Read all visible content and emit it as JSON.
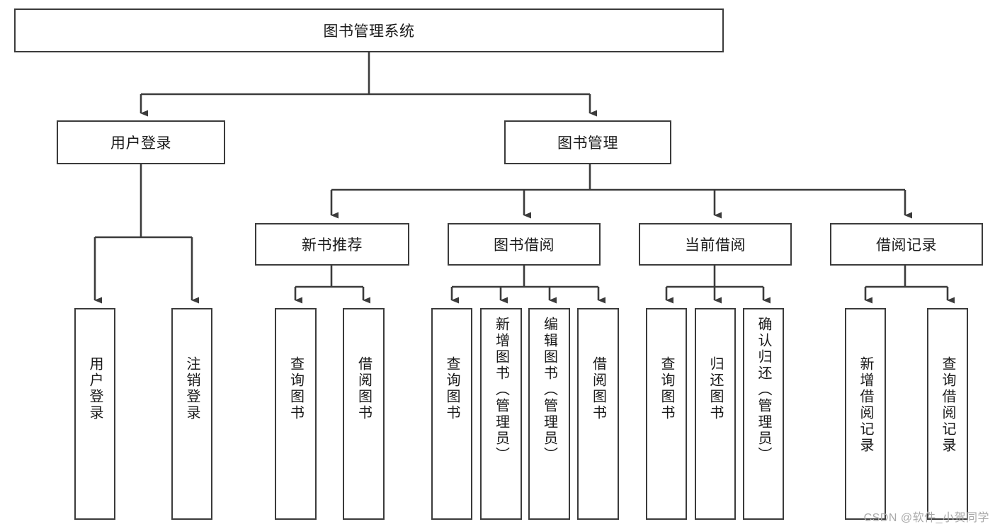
{
  "diagram": {
    "title": "图书管理系统",
    "watermark": "CSDN @软件_小贺同学",
    "colors": {
      "background": "#ffffff",
      "node_border": "#3b3b3b",
      "node_fill": "#ffffff",
      "edge": "#3b3b3b",
      "text": "#1a1a1a",
      "watermark": "#a9a9a9"
    },
    "root": {
      "label": "图书管理系统"
    },
    "level2": [
      {
        "label": "用户登录"
      },
      {
        "label": "图书管理"
      }
    ],
    "level3": [
      {
        "label": "新书推荐"
      },
      {
        "label": "图书借阅"
      },
      {
        "label": "当前借阅"
      },
      {
        "label": "借阅记录"
      }
    ],
    "leaves": {
      "user_login": [
        {
          "label": "用户登录"
        },
        {
          "label": "注销登录"
        }
      ],
      "new_book_recommend": [
        {
          "label": "查询图书"
        },
        {
          "label": "借阅图书"
        }
      ],
      "book_borrow": [
        {
          "label": "查询图书"
        },
        {
          "label": "新增图书（管理员）"
        },
        {
          "label": "编辑图书（管理员）"
        },
        {
          "label": "借阅图书"
        }
      ],
      "current_borrow": [
        {
          "label": "查询图书"
        },
        {
          "label": "归还图书"
        },
        {
          "label": "确认归还（管理员）"
        }
      ],
      "borrow_record": [
        {
          "label": "新增借阅记录"
        },
        {
          "label": "查询借阅记录"
        }
      ]
    }
  }
}
